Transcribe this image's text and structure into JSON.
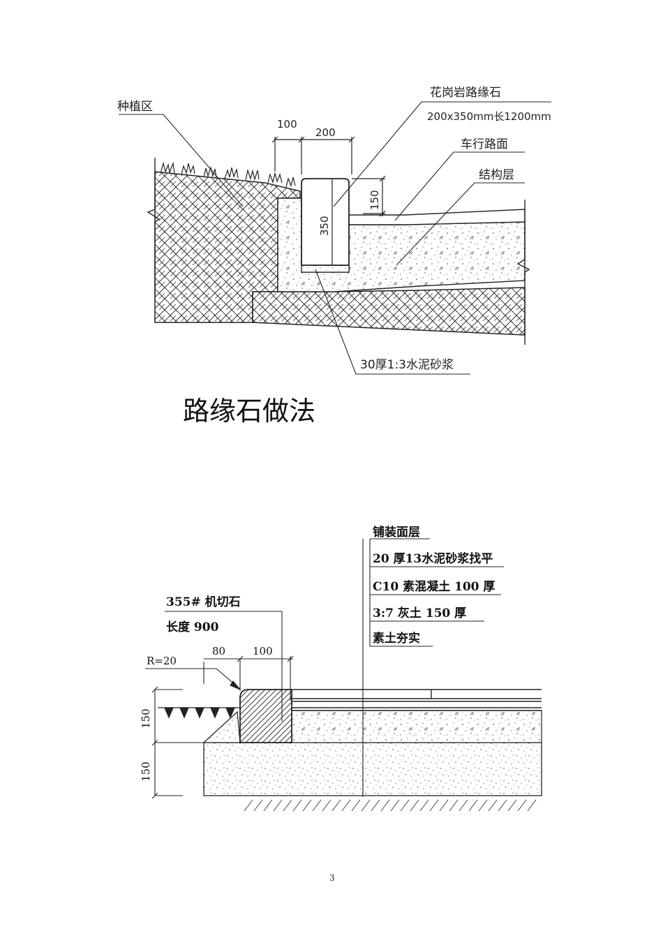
{
  "drawing1": {
    "labels": {
      "planting_area": "种植区",
      "curb_stone": "花岗岩路缘石",
      "curb_spec": "200x350mm长1200mm",
      "road_surface": "车行路面",
      "structure_layer": "结构层",
      "mortar": "30厚1:3水泥砂浆"
    },
    "dims": {
      "d100": "100",
      "d200": "200",
      "d150": "150",
      "d350": "350"
    },
    "title": "路缘石做法"
  },
  "drawing2": {
    "labels": {
      "paving_surface": "铺装面层",
      "leveling": "20 厚13水泥砂浆找平",
      "concrete": "C10 素混凝土 100 厚",
      "lime_soil": "3:7 灰土  150 厚",
      "compacted": "素土夯实",
      "stone": "355# 机切石",
      "length": "长度 900"
    },
    "dims": {
      "radius": "R=20",
      "d80": "80",
      "d100": "100",
      "d150a": "150",
      "d150b": "150"
    }
  },
  "page_number": "3"
}
